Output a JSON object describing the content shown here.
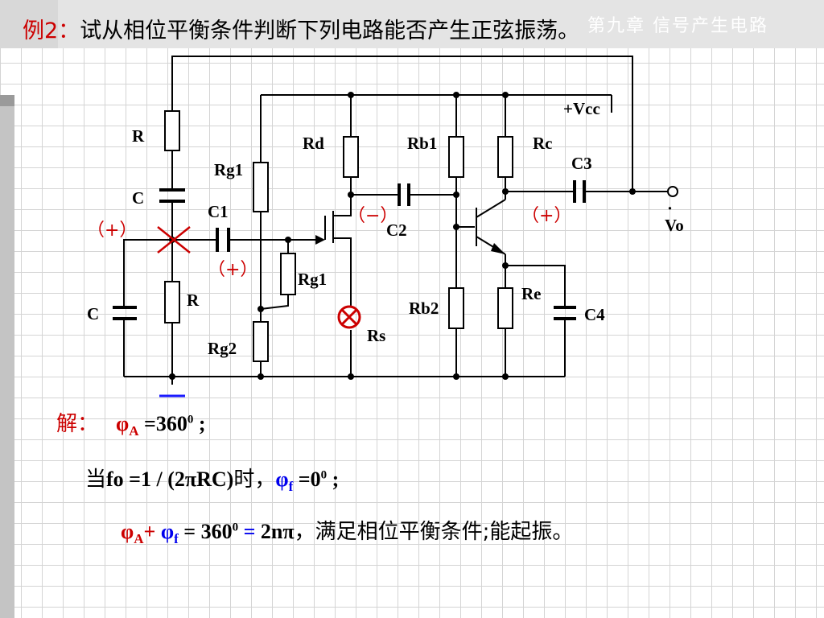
{
  "header": {
    "section_label": "第九章 信号产生电路",
    "title_prefix": "例2：",
    "title_text": "试从相位平衡条件判断下列电路能否产生正弦振荡。"
  },
  "circuit_labels": {
    "R_top": "R",
    "C_top": "C",
    "R_bottom": "R",
    "C_left": "C",
    "Rg1_top": "Rg1",
    "C1": "C1",
    "Rg1_bottom": "Rg1",
    "Rg2": "Rg2",
    "Rd": "Rd",
    "C2": "C2",
    "Rs": "Rs",
    "Rb1": "Rb1",
    "Rb2": "Rb2",
    "Rc": "Rc",
    "C3": "C3",
    "Re": "Re",
    "C4": "C4",
    "Vcc": "+Vcc",
    "Vo": "Vo",
    "Vo_dot": "·"
  },
  "phase_marks": {
    "node_left": "（+）",
    "gate": "（+）",
    "drain": "（−）",
    "collector": "（+）"
  },
  "colors": {
    "red": "#cc0000",
    "blue": "#0000ee"
  },
  "solution": {
    "label": "解：",
    "l1": {
      "phi": "φ",
      "sub": "A",
      "eq": " =360",
      "sup": "0",
      "end": " ;"
    },
    "l2": {
      "pre": "当",
      "fo": "fo =1 / (2",
      "pi": "π",
      "rc": "RC)",
      "shi": "时，",
      "phi": "φ",
      "sub": "f",
      "eq": " =0",
      "sup": "0",
      "end": " ;"
    },
    "l3": {
      "phiA": "φ",
      "subA": "A",
      "plus": "+ ",
      "phiF": "φ",
      "subF": "f",
      "eq": " = 360",
      "sup": "0",
      "eq2": " = ",
      "two": "2n",
      "pi": "π",
      "tail": "，满足相位平衡条件;能起振。"
    }
  }
}
